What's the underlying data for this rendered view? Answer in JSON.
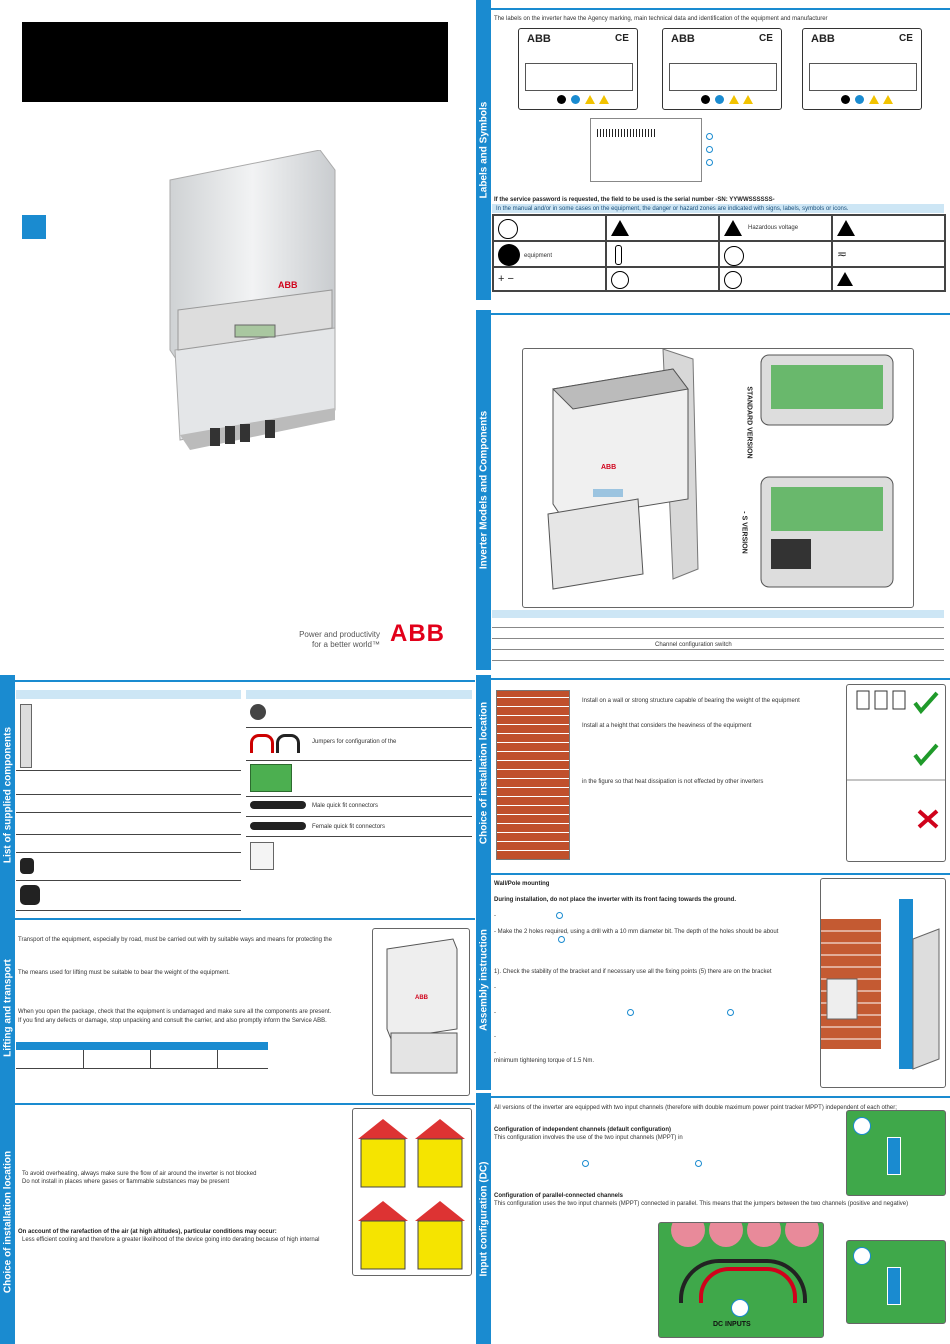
{
  "cover": {
    "brand": "ABB",
    "tagline_1": "Power and productivity",
    "tagline_2": "for a better world™",
    "accent": "#1a8bd0"
  },
  "labels_symbols": {
    "tab": "Labels and Symbols",
    "intro": "The labels on the inverter have the Agency marking, main technical data and identification of the equipment and manufacturer",
    "label_brand": "ABB",
    "label_ce": "CE",
    "password_note": "If the service password is requested, the field to be used is the serial number -SN: YYWWSSSSSS-",
    "hazard_note": "In the manual and/or in some cases on the equipment, the danger or hazard zones are indicated with signs, labels, symbols or icons.",
    "sym_hazardous_voltage": "Hazardous voltage",
    "sym_equipment": "equipment",
    "sym_plus_minus": "+ −"
  },
  "models": {
    "tab": "Inverter Models and Components",
    "standard_version": "STANDARD VERSION",
    "s_version": "- S VERSION",
    "channel_switch": "Channel configuration switch"
  },
  "supplied": {
    "tab": "List of supplied components",
    "jumpers": "Jumpers for configuration of the",
    "male": "Male quick fit connectors",
    "female": "Female quick fit connectors"
  },
  "lifting": {
    "tab": "Lifting and transport",
    "p1": "Transport of the equipment, especially by road, must be carried out with by suitable ways and means for protecting the",
    "p2": "The means used for lifting must be suitable to bear the weight of the equipment.",
    "p3": "When you open the package, check that the equipment is undamaged and make sure all the components are present.",
    "p4": "If you find any defects or damage, stop unpacking and consult the carrier, and also promptly inform the Service ABB."
  },
  "choice_left": {
    "tab": "Choice of installation location",
    "p1": "To avoid overheating, always make sure the flow of air around the inverter is not blocked",
    "p2": "Do not install in places where gases or flammable substances may be present",
    "p3": "On account of the rarefaction of the air (at high altitudes), particular conditions may occur:",
    "p4": "Less efficient cooling and therefore a greater likelihood of the device going into derating because of high internal"
  },
  "choice_right": {
    "tab": "Choice of installation location",
    "p1": "Install on a wall or strong structure capable of bearing the weight of the equipment",
    "p2": "Install at a height that considers the heaviness of the equipment",
    "p3": "in the figure so that heat dissipation is not effected by other inverters"
  },
  "assembly": {
    "tab": "Assembly instruction",
    "title": "Wall/Pole mounting",
    "warn": "During installation, do not place the inverter with its front facing towards the ground.",
    "l1": "-",
    "l2": "- Make the 2 holes required, using a drill with a 10 mm diameter bit. The depth of the holes should be about",
    "l3": "1). Check the stability of the bracket and if necessary use all the fixing points (5) there are on the bracket",
    "l4": "-",
    "l5": "-",
    "l6": "-",
    "l7": "-",
    "l8": "minimum tightening torque of 1.5 Nm."
  },
  "input_config": {
    "tab": "Input configuration (DC)",
    "intro": "All versions of the inverter are equipped with two input channels (therefore with double maximum power point tracker MPPT) independent of each other;",
    "h1": "Configuration of independent channels (default configuration)",
    "p1": "This configuration involves the use of the two input channels (MPPT) in",
    "h2": "Configuration of parallel-connected channels",
    "p2": "This configuration uses the two input channels (MPPT) connected in parallel. This means that the jumpers between the two channels (positive and negative)",
    "dc_inputs": "DC INPUTS"
  }
}
